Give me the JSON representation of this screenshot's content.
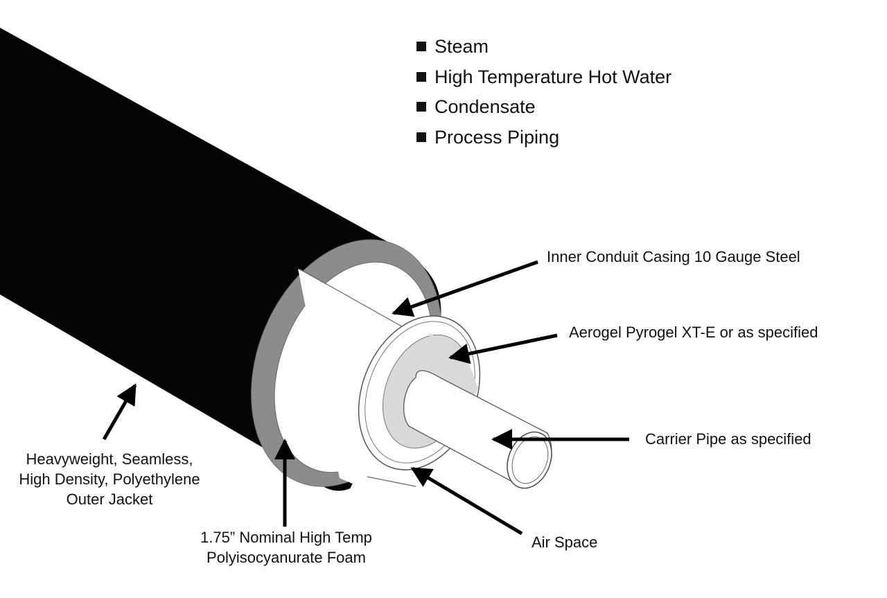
{
  "uses": [
    {
      "icon": "square-bullet-icon",
      "label": "Steam"
    },
    {
      "icon": "square-bullet-icon",
      "label": "High Temperature Hot Water"
    },
    {
      "icon": "square-bullet-icon",
      "label": "Condensate"
    },
    {
      "icon": "square-bullet-icon",
      "label": "Process Piping"
    }
  ],
  "callouts": {
    "inner_conduit": "Inner Conduit Casing 10 Gauge Steel",
    "aerogel": "Aerogel Pyrogel XT-E or as specified",
    "carrier_pipe": "Carrier Pipe as specified",
    "air_space": "Air Space",
    "outer_jacket": [
      "Heavyweight, Seamless,",
      "High Density, Polyethylene",
      "Outer Jacket"
    ],
    "foam": [
      "1.75” Nominal High Temp",
      "Polyisocyanurate Foam"
    ]
  },
  "colors": {
    "jacket": "#050505",
    "foam": "#8c8c8c",
    "conduit": "#ffffff",
    "aerogel": "#d9d9d9",
    "carrier": "#ffffff",
    "outline": "#555555"
  }
}
